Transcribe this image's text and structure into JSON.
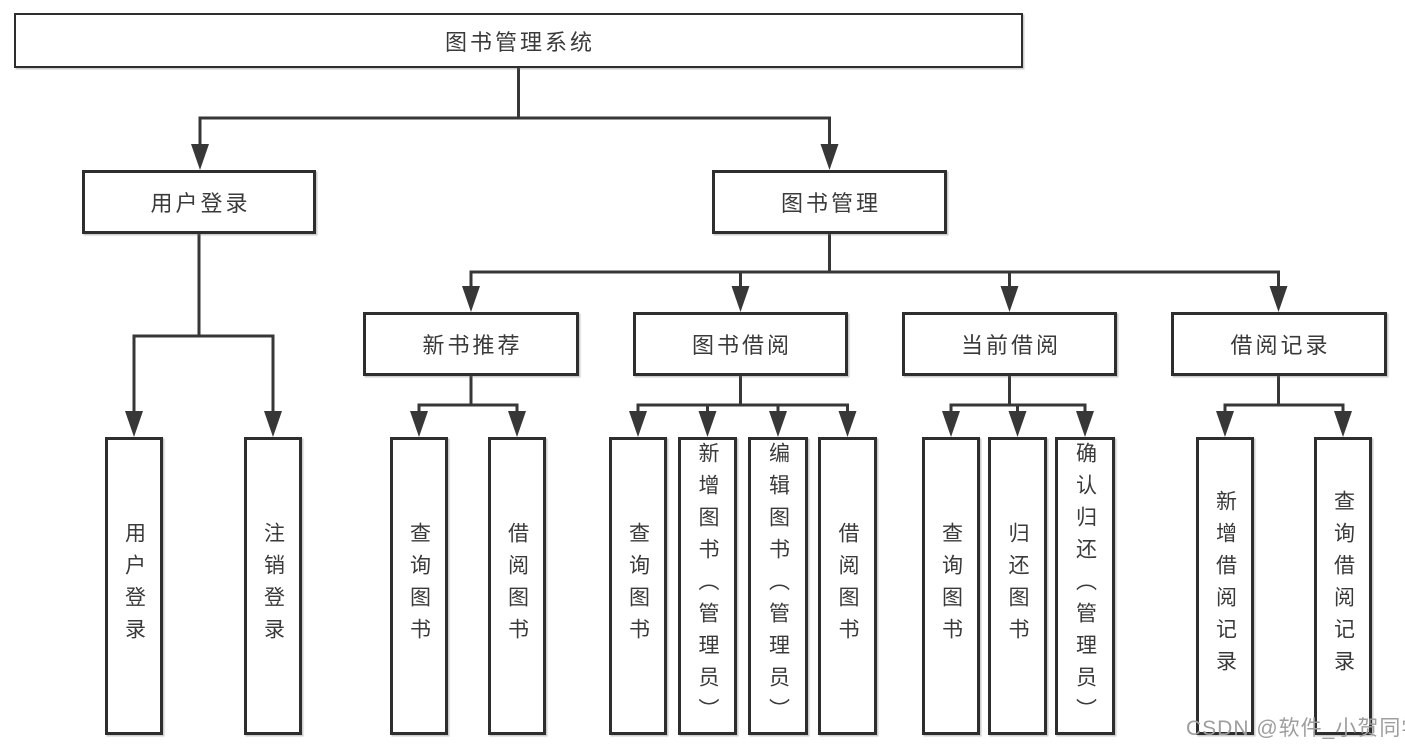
{
  "diagram": {
    "title": "图书管理系统",
    "nodes": {
      "root": "图书管理系统",
      "user_login": "用户登录",
      "book_mgmt": "图书管理",
      "new_book_rec": "新书推荐",
      "book_borrow": "图书借阅",
      "current_borrow": "当前借阅",
      "borrow_records": "借阅记录",
      "leaf_user_login": "用户登录",
      "leaf_logout": "注销登录",
      "leaf_nbr_query_books": "查询图书",
      "leaf_nbr_borrow_books": "借阅图书",
      "leaf_bb_query_books": "查询图书",
      "leaf_bb_add_books": "新增图书（管理员）",
      "leaf_bb_edit_books": "编辑图书（管理员）",
      "leaf_bb_borrow_books": "借阅图书",
      "leaf_cb_query_books": "查询图书",
      "leaf_cb_return_books": "归还图书",
      "leaf_cb_confirm_return": "确认归还（管理员）",
      "leaf_br_add_record": "新增借阅记录",
      "leaf_br_query_record": "查询借阅记录"
    },
    "edges": [
      [
        "root",
        "user_login"
      ],
      [
        "root",
        "book_mgmt"
      ],
      [
        "user_login",
        "leaf_user_login"
      ],
      [
        "user_login",
        "leaf_logout"
      ],
      [
        "book_mgmt",
        "new_book_rec"
      ],
      [
        "book_mgmt",
        "book_borrow"
      ],
      [
        "book_mgmt",
        "current_borrow"
      ],
      [
        "book_mgmt",
        "borrow_records"
      ],
      [
        "new_book_rec",
        "leaf_nbr_query_books"
      ],
      [
        "new_book_rec",
        "leaf_nbr_borrow_books"
      ],
      [
        "book_borrow",
        "leaf_bb_query_books"
      ],
      [
        "book_borrow",
        "leaf_bb_add_books"
      ],
      [
        "book_borrow",
        "leaf_bb_edit_books"
      ],
      [
        "book_borrow",
        "leaf_bb_borrow_books"
      ],
      [
        "current_borrow",
        "leaf_cb_query_books"
      ],
      [
        "current_borrow",
        "leaf_cb_return_books"
      ],
      [
        "current_borrow",
        "leaf_cb_confirm_return"
      ],
      [
        "borrow_records",
        "leaf_br_add_record"
      ],
      [
        "borrow_records",
        "leaf_br_query_record"
      ]
    ],
    "colors": {
      "line": "#373737",
      "box_border": "#2e2e2e",
      "box_fill": "#ffffff",
      "text": "#3a3a3a",
      "watermark": "#9e9e9e",
      "background": "#ffffff"
    }
  },
  "watermark": {
    "text": "CSDN @软件_小贺同学"
  }
}
